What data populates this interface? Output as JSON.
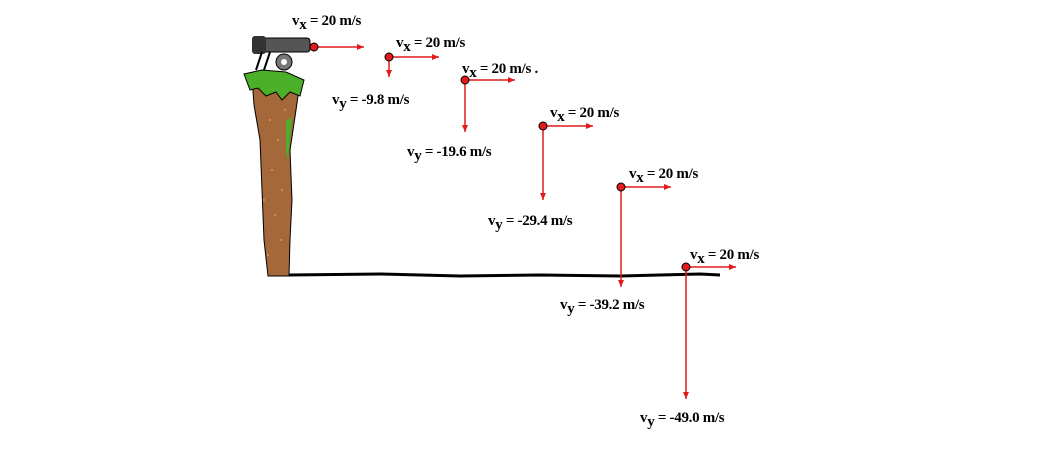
{
  "diagram": {
    "ball_color": "#e11b1b",
    "vector_color": "#e11b1b",
    "ground_color": "#000000",
    "cliff_colors": {
      "grass": "#4caf2a",
      "rock": "#a5683a",
      "speckle": "#d08a5a"
    },
    "cannon_color": "#555555",
    "positions": [
      {
        "vx_label": "v",
        "vx_sub": "x",
        "vx_value": " = 20 m/s",
        "vy_label": "",
        "vy_sub": "",
        "vy_value": ""
      },
      {
        "vx_label": "v",
        "vx_sub": "x",
        "vx_value": " = 20 m/s",
        "vy_label": "v",
        "vy_sub": "y",
        "vy_value": " = -9.8  m/s"
      },
      {
        "vx_label": "v",
        "vx_sub": "x",
        "vx_value": " = 20 m/s .",
        "vy_label": "v",
        "vy_sub": "y",
        "vy_value": " = -19.6 m/s"
      },
      {
        "vx_label": "v",
        "vx_sub": "x",
        "vx_value": " = 20 m/s",
        "vy_label": "v",
        "vy_sub": "y",
        "vy_value": " = -29.4  m/s"
      },
      {
        "vx_label": "v",
        "vx_sub": "x",
        "vx_value": " = 20 m/s",
        "vy_label": "v",
        "vy_sub": "y",
        "vy_value": " = -39.2  m/s"
      },
      {
        "vx_label": "v",
        "vx_sub": "x",
        "vx_value": " = 20 m/s",
        "vy_label": "v",
        "vy_sub": "y",
        "vy_value": " = -49.0  m/s"
      }
    ]
  }
}
